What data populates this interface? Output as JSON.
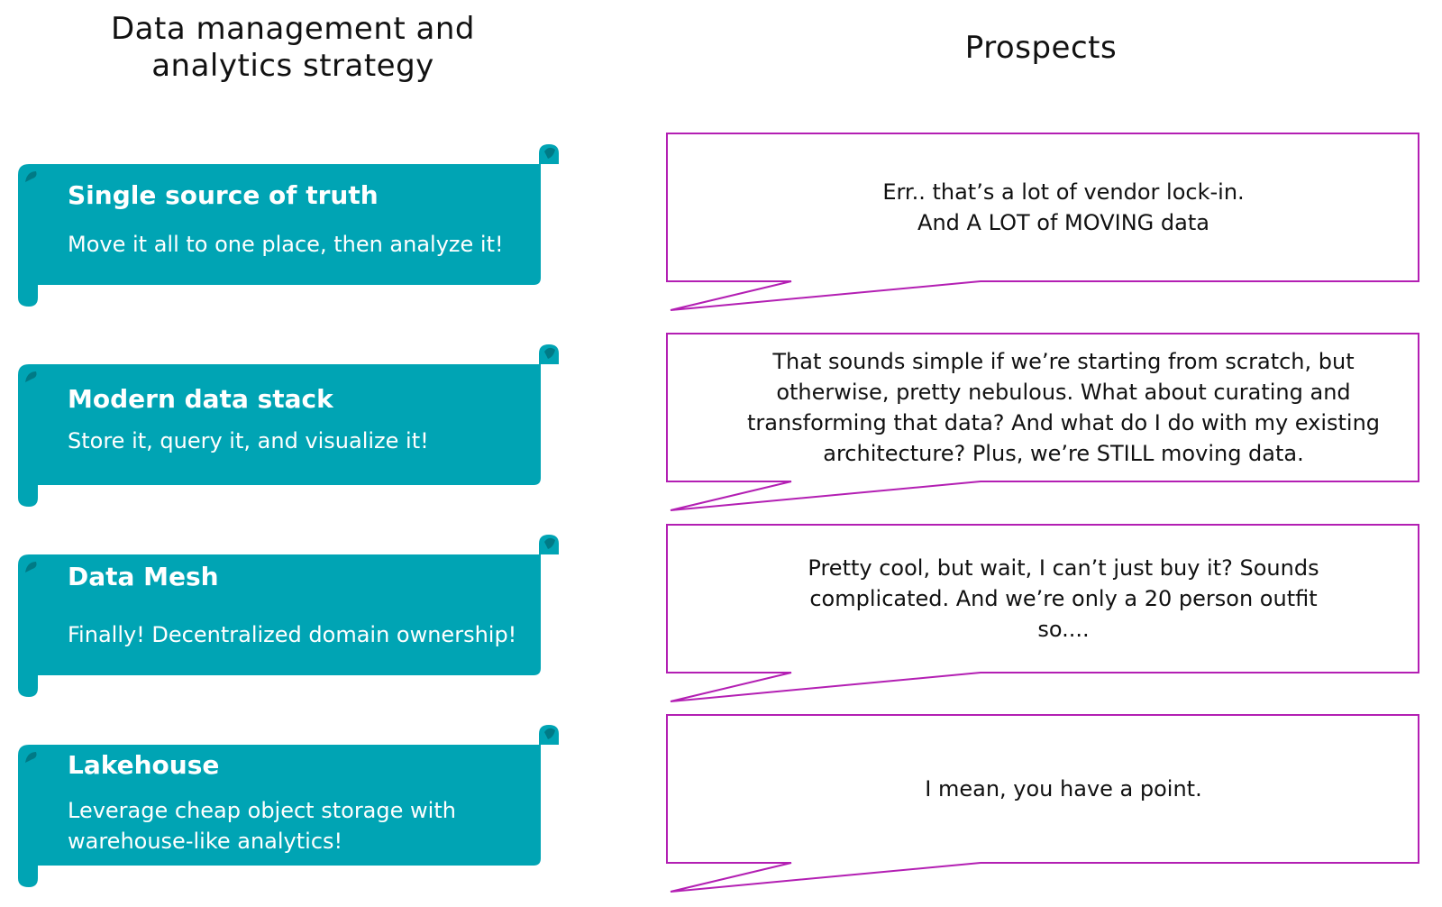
{
  "headings": {
    "strategy": "Data management and analytics strategy",
    "prospects": "Prospects"
  },
  "colors": {
    "scroll_fill": "#00a4b4",
    "scroll_curl": "#007a86",
    "bubble_stroke": "#b31fb3",
    "text_dark": "#111111",
    "text_light": "#ffffff"
  },
  "strategies": [
    {
      "title": "Single source of truth",
      "description": "Move it all to one place, then analyze it!"
    },
    {
      "title": "Modern data stack",
      "description": "Store it, query it, and visualize it!"
    },
    {
      "title": "Data Mesh",
      "description": "Finally! Decentralized domain ownership!"
    },
    {
      "title": "Lakehouse",
      "description": "Leverage cheap object storage with warehouse-like analytics!"
    }
  ],
  "responses": [
    {
      "lines": [
        "Err.. that’s a lot of vendor lock-in.",
        "And A LOT of MOVING data"
      ]
    },
    {
      "lines": [
        "That sounds simple if we’re starting from scratch, but",
        "otherwise, pretty nebulous. What about curating and",
        "transforming that data? And what do I do with my existing",
        "architecture? Plus, we’re STILL moving data."
      ]
    },
    {
      "lines": [
        "Pretty cool, but wait, I can’t just buy it? Sounds",
        "complicated. And we’re only a 20 person outfit",
        "so...."
      ]
    },
    {
      "lines": [
        "I mean, you have a point."
      ]
    }
  ]
}
